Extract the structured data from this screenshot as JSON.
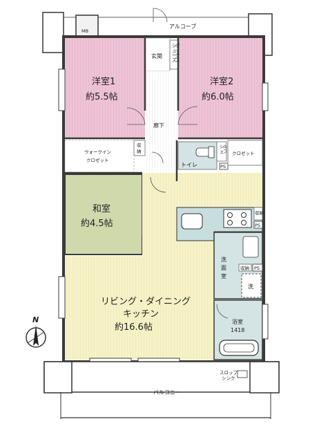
{
  "labels": {
    "alcove": "アルコーブ",
    "mb": "MB",
    "entrance": "玄関",
    "shoes_closet": [
      "シ",
      "ュ",
      "ー",
      "ズ",
      "ボ",
      "ッ",
      "ク",
      "ス"
    ],
    "room1_name": "洋室1",
    "room1_size": "約5.5帖",
    "room2_name": "洋室2",
    "room2_size": "約6.0帖",
    "hallway": "廊下",
    "storage": [
      "収",
      "納"
    ],
    "walkin_line1": "ウォークイン",
    "walkin_line2": "クロゼット",
    "toilet": "トイレ",
    "closet": "クロゼット",
    "ps": "PS",
    "japanese_name": "和室",
    "japanese_size": "約4.5帖",
    "washroom": [
      "洗",
      "面",
      "室"
    ],
    "storage_small": "収納",
    "washer": "洗",
    "bath_name": "浴室",
    "bath_size": "1418",
    "ldk_line1": "リビング・ダイニング",
    "ldk_line2": "キッチン",
    "ldk_size": "約16.6帖",
    "balcony": "バルコニー",
    "slop_line1": "スロップ",
    "slop_line2": "シンク",
    "north": "N",
    "shelf_tiny": [
      "シ",
      "ェ",
      "ル",
      "フ"
    ]
  },
  "colors": {
    "wall": "#3a3a3a",
    "western_room": "#eec3d6",
    "japanese_room": "#cfd9ac",
    "ldk": "#f6f2c8",
    "floor_wood": "#f2efe0",
    "wet_area": "#d4e3e3",
    "kitchen_counter": "#c8dede",
    "balcony": "#ffffff"
  }
}
